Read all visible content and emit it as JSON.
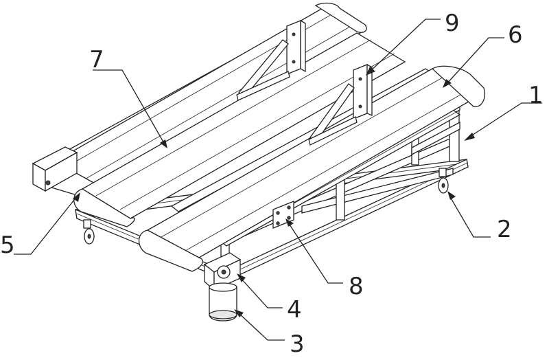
{
  "callouts": [
    {
      "id": "1",
      "text": "1"
    },
    {
      "id": "2",
      "text": "2"
    },
    {
      "id": "3",
      "text": "3"
    },
    {
      "id": "4",
      "text": "4"
    },
    {
      "id": "5",
      "text": "5"
    },
    {
      "id": "6",
      "text": "6"
    },
    {
      "id": "7",
      "text": "7"
    },
    {
      "id": "8",
      "text": "8"
    },
    {
      "id": "9",
      "text": "9"
    }
  ],
  "colors": {
    "line": "#222222",
    "background": "#ffffff"
  }
}
